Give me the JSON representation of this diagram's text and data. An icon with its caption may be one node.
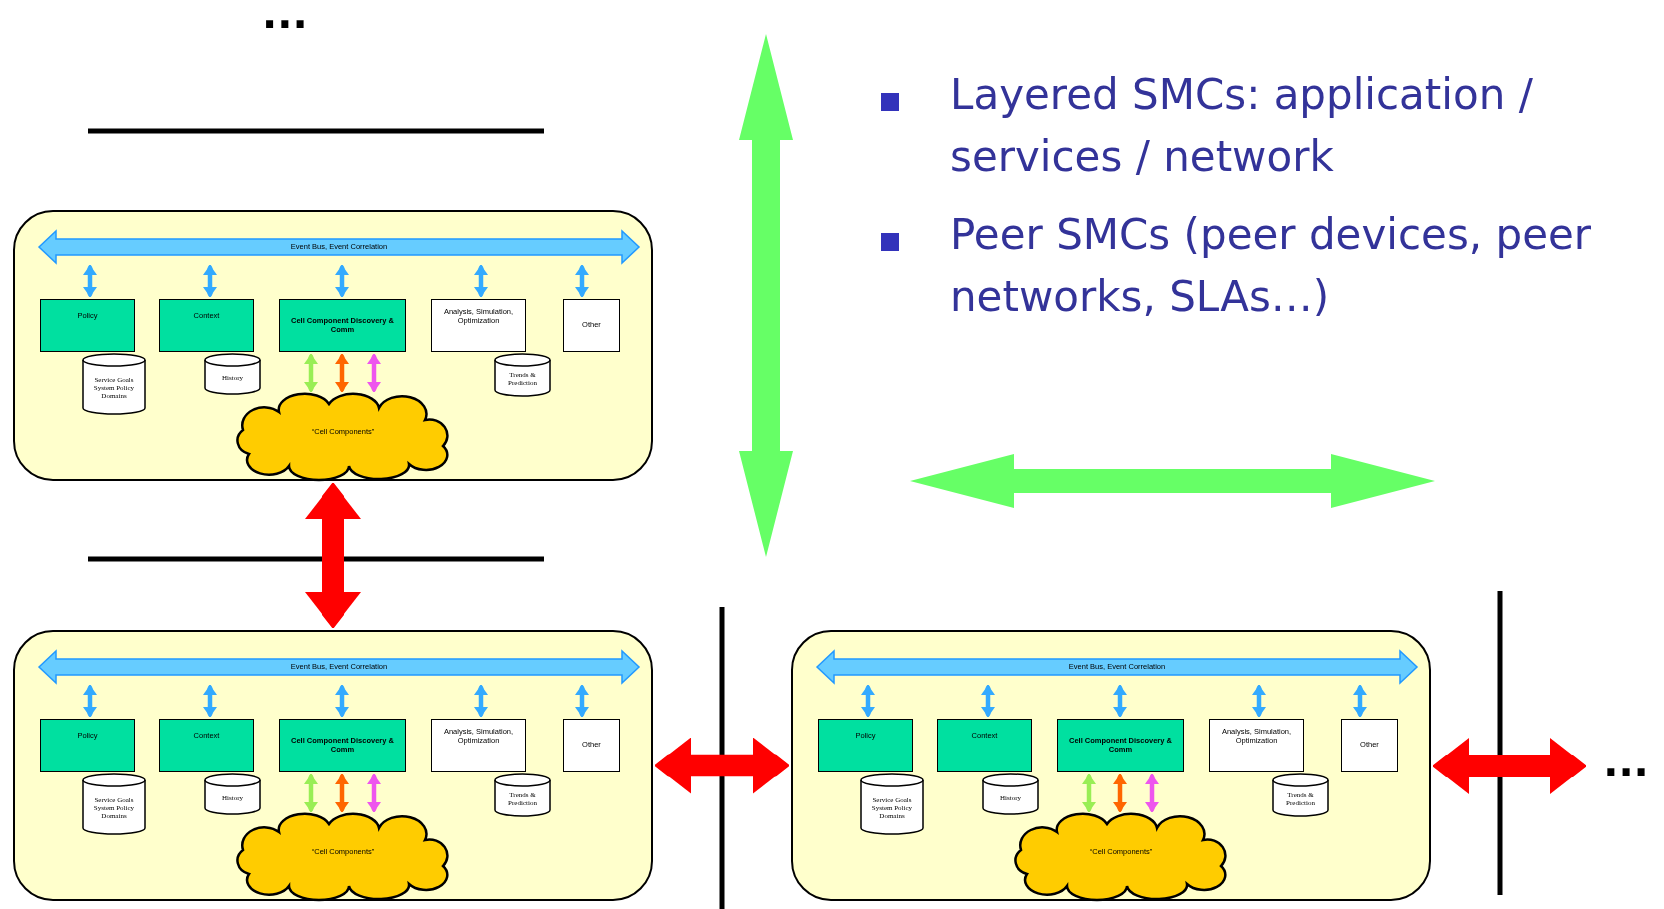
{
  "diagram": {
    "nodes": [
      {
        "text": [],
        "shape": "box"
      },
      {
        "text": [
          "Event Bus, Event Correlation"
        ],
        "in": 0
      },
      {
        "text": [
          "Policy"
        ],
        "in": 0
      },
      {
        "text": [
          "Service Goals System Policy Domains"
        ],
        "in": 0
      },
      {
        "text": [
          "Context"
        ],
        "in": 0
      },
      {
        "text": [
          "History"
        ],
        "in": 0
      },
      {
        "text": [
          "Cell Component Discovery & Comm"
        ],
        "in": 0
      },
      {
        "text": [
          "Analysis, Simulation, Optimization"
        ],
        "in": 0
      },
      {
        "text": [
          "Trends & Prediction"
        ],
        "in": 0
      },
      {
        "text": [
          "Other"
        ],
        "in": 0
      },
      {
        "text": [
          "“Cell Components”"
        ],
        "in": 0
      },
      {
        "text": [],
        "shape": "box"
      },
      {
        "text": [
          "Event Bus, Event Correlation"
        ],
        "in": 11
      },
      {
        "text": [
          "Policy"
        ],
        "in": 11
      },
      {
        "text": [
          "Service Goals System Policy Domains"
        ],
        "in": 11
      },
      {
        "text": [
          "Context"
        ],
        "in": 11
      },
      {
        "text": [
          "History"
        ],
        "in": 11
      },
      {
        "text": [
          "Cell Component Discovery & Comm"
        ],
        "in": 11
      },
      {
        "text": [
          "Analysis, Simulation, Optimization"
        ],
        "in": 11
      },
      {
        "text": [
          "Trends & Prediction"
        ],
        "in": 11
      },
      {
        "text": [
          "Other"
        ],
        "in": 11
      },
      {
        "text": [
          "“Cell Components”"
        ],
        "in": 11
      },
      {
        "text": [],
        "shape": "box"
      },
      {
        "text": [
          "Event Bus, Event Correlation"
        ],
        "in": 22
      },
      {
        "text": [
          "Policy"
        ],
        "in": 22
      },
      {
        "text": [
          "Service Goals System Policy Domains"
        ],
        "in": 22
      },
      {
        "text": [
          "Context"
        ],
        "in": 22
      },
      {
        "text": [
          "History"
        ],
        "in": 22
      },
      {
        "text": [
          "Cell Component Discovery & Comm"
        ],
        "in": 22
      },
      {
        "text": [
          "Analysis, Simulation, Optimization"
        ],
        "in": 22
      },
      {
        "text": [
          "Trends & Prediction"
        ],
        "in": 22
      },
      {
        "text": [
          "Other"
        ],
        "in": 22
      },
      {
        "text": [
          "“Cell Components”"
        ],
        "in": 22
      },
      {
        "text": [
          "..."
        ]
      }
    ],
    "edges": [
      {
        "from": 1,
        "to": 2,
        "arrow": "both"
      },
      {
        "from": 1,
        "to": 4,
        "arrow": "both"
      },
      {
        "from": 1,
        "to": 6,
        "arrow": "both"
      },
      {
        "from": 1,
        "to": 7,
        "arrow": "both"
      },
      {
        "from": 1,
        "to": 9,
        "arrow": "both"
      },
      {
        "from": 6,
        "to": 10,
        "arrow": "both",
        "color": "#99ee55"
      },
      {
        "from": 6,
        "to": 10,
        "arrow": "both",
        "color": "#ff6600"
      },
      {
        "from": 6,
        "to": 10,
        "arrow": "both",
        "color": "#ee55ee"
      },
      {
        "from": 12,
        "to": 13,
        "arrow": "both"
      },
      {
        "from": 12,
        "to": 15,
        "arrow": "both"
      },
      {
        "from": 12,
        "to": 17,
        "arrow": "both"
      },
      {
        "from": 12,
        "to": 18,
        "arrow": "both"
      },
      {
        "from": 12,
        "to": 20,
        "arrow": "both"
      },
      {
        "from": 17,
        "to": 21,
        "arrow": "both",
        "color": "#99ee55"
      },
      {
        "from": 17,
        "to": 21,
        "arrow": "both",
        "color": "#ff6600"
      },
      {
        "from": 17,
        "to": 21,
        "arrow": "both",
        "color": "#ee55ee"
      },
      {
        "from": 23,
        "to": 24,
        "arrow": "both"
      },
      {
        "from": 23,
        "to": 26,
        "arrow": "both"
      },
      {
        "from": 23,
        "to": 28,
        "arrow": "both"
      },
      {
        "from": 23,
        "to": 29,
        "arrow": "both"
      },
      {
        "from": 23,
        "to": 31,
        "arrow": "both"
      },
      {
        "from": 28,
        "to": 32,
        "arrow": "both",
        "color": "#99ee55"
      },
      {
        "from": 28,
        "to": 32,
        "arrow": "both",
        "color": "#ff6600"
      },
      {
        "from": 28,
        "to": 32,
        "arrow": "both",
        "color": "#ee55ee"
      },
      {
        "from": 0,
        "to": 11,
        "arrow": "both",
        "style": "thick",
        "color": "#ff0000"
      },
      {
        "from": 11,
        "to": 22,
        "arrow": "both",
        "style": "thick",
        "color": "#ff0000"
      },
      {
        "from": 22,
        "to": 33,
        "arrow": "both",
        "style": "thick",
        "color": "#ff0000"
      }
    ],
    "labels": [
      "...",
      "Layered SMCs: application / services / network",
      "Peer SMCs (peer devices, peer networks, SLAs…)"
    ]
  }
}
